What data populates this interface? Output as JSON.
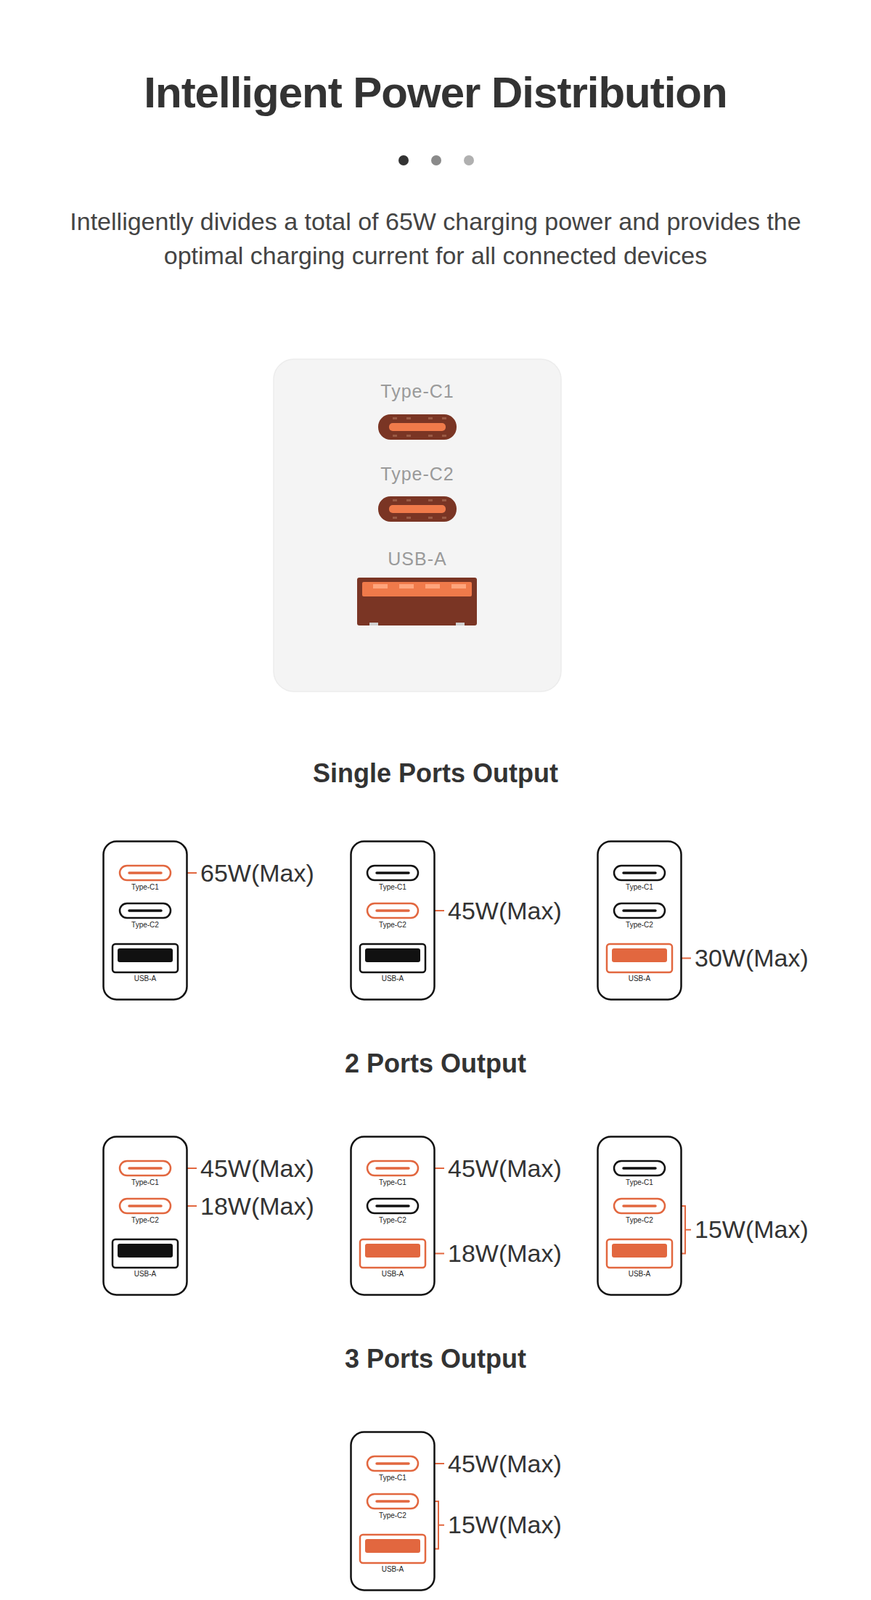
{
  "diagram": {
    "title": "Intelligent Power Distribution",
    "nodes": [
      {
        "text": [
          "Type-C1",
          "Type-C2",
          "USB-A"
        ]
      },
      {
        "text": [
          "Type-C1",
          "Type-C2",
          "USB-A"
        ]
      },
      {
        "text": [
          "Type-C1",
          "Type-C2",
          "USB-A"
        ]
      },
      {
        "text": [
          "Type-C1",
          "Type-C2",
          "USB-A"
        ]
      },
      {
        "text": [
          "Type-C1",
          "Type-C2",
          "USB-A"
        ]
      },
      {
        "text": [
          "Type-C1",
          "Type-C2",
          "USB-A"
        ]
      },
      {
        "text": [
          "Type-C1",
          "Type-C2",
          "USB-A"
        ]
      },
      {
        "text": [
          "Type-C1",
          "Type-C2",
          "USB-A"
        ]
      }
    ],
    "labels": [
      "Intelligently divides a total of 65W charging power and provides the optimal charging current for all connected devices",
      "Single Ports Output",
      "65W(Max)",
      "45W(Max)",
      "30W(Max)",
      "2 Ports Output",
      "45W(Max)",
      "18W(Max)",
      "45W(Max)",
      "18W(Max)",
      "15W(Max)",
      "3 Ports Output",
      "45W(Max)",
      "15W(Max)"
    ]
  }
}
